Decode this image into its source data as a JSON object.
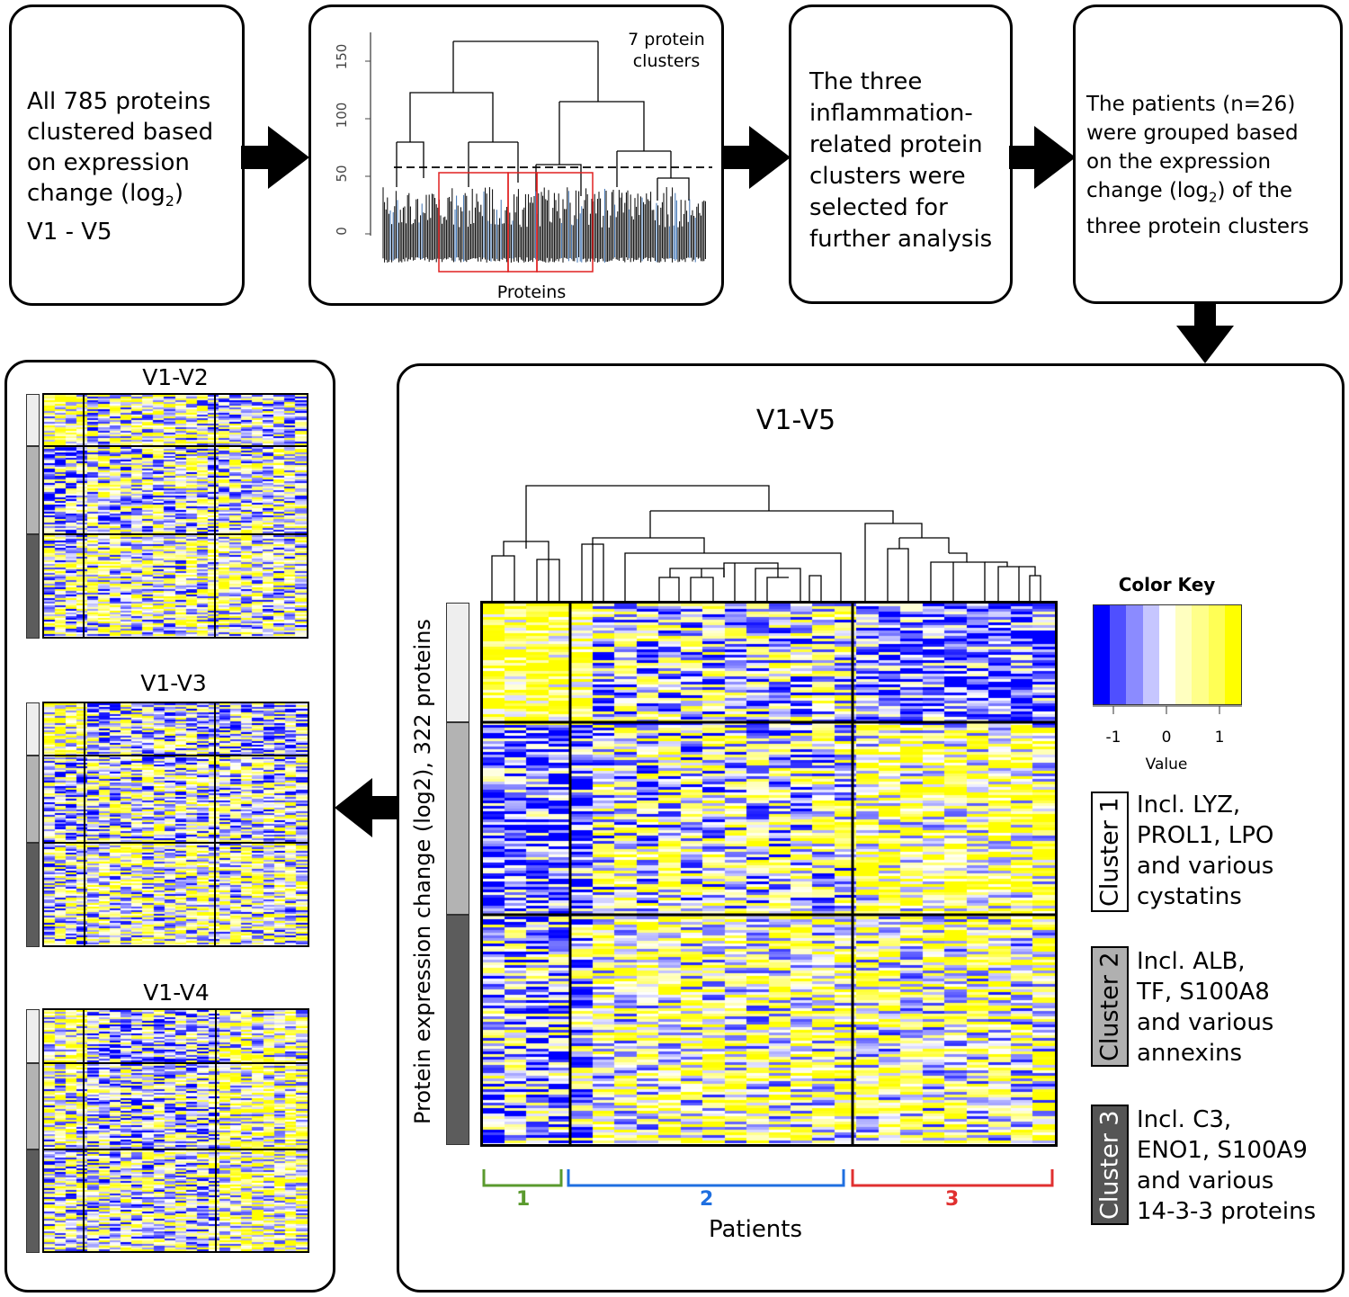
{
  "step1": {
    "lines": [
      "All 785 proteins",
      "clustered based",
      "on expression",
      "change (log",
      "V1 - V5"
    ],
    "subscript": "2",
    "close": ")"
  },
  "step2": {
    "y_ticks": [
      "150",
      "100",
      "50",
      "0"
    ],
    "annotation_line1": "7 protein",
    "annotation_line2": "clusters",
    "xlabel": "Proteins"
  },
  "step3": {
    "lines": [
      "The three",
      "inflammation-",
      "related protein",
      "clusters were",
      "selected for",
      "further analysis"
    ]
  },
  "step4": {
    "lines": [
      "The patients (n=26)",
      "were grouped based",
      "on the expression",
      "change (log",
      "three protein clusters"
    ],
    "subscript": "2",
    "close": ") of the"
  },
  "main": {
    "title": "V1-V5",
    "ylabel": "Protein expression change (log2), 322 proteins",
    "xlabel": "Patients",
    "groups": [
      {
        "label": "1",
        "color": "#5a9a2e"
      },
      {
        "label": "2",
        "color": "#1f6fe0"
      },
      {
        "label": "3",
        "color": "#e03030"
      }
    ],
    "color_key": {
      "title": "Color Key",
      "ticks": [
        "-1",
        "0",
        "1"
      ],
      "label": "Value",
      "low_color": "#0000ff",
      "high_color": "#ffff00"
    },
    "clusters": [
      {
        "label": "Cluster 1",
        "bg": "#ffffff",
        "fg": "#000000",
        "desc": [
          "Incl. LYZ,",
          "PROL1, LPO",
          "and various",
          "cystatins"
        ]
      },
      {
        "label": "Cluster 2",
        "bg": "#b0b0b0",
        "fg": "#000000",
        "desc": [
          "Incl. ALB,",
          "TF, S100A8",
          "and various",
          "annexins"
        ]
      },
      {
        "label": "Cluster 3",
        "bg": "#555555",
        "fg": "#ffffff",
        "desc": [
          "Incl. C3,",
          "ENO1, S100A9",
          "and various",
          "14-3-3 proteins"
        ]
      }
    ]
  },
  "side": {
    "titles": [
      "V1-V2",
      "V1-V3",
      "V1-V4"
    ]
  }
}
